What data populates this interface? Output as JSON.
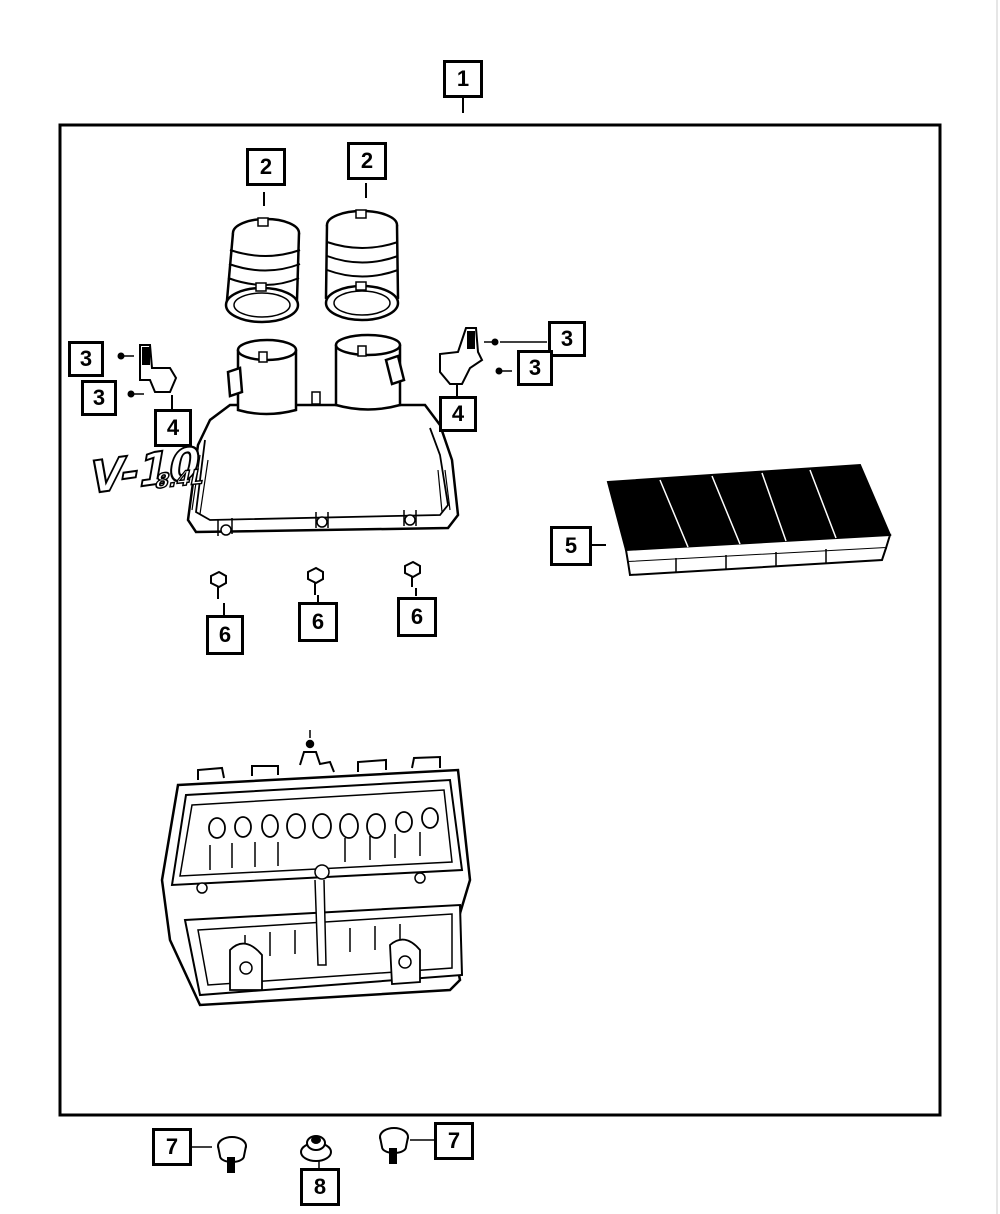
{
  "diagram": {
    "callouts": {
      "c1": "1",
      "c2a": "2",
      "c2b": "2",
      "c3a": "3",
      "c3b": "3",
      "c3c": "3",
      "c3d": "3",
      "c4a": "4",
      "c4b": "4",
      "c5": "5",
      "c6a": "6",
      "c6b": "6",
      "c6c": "6",
      "c7a": "7",
      "c7b": "7",
      "c8": "8"
    },
    "emblem_text": "V-10",
    "emblem_subtext": "8.4L"
  }
}
